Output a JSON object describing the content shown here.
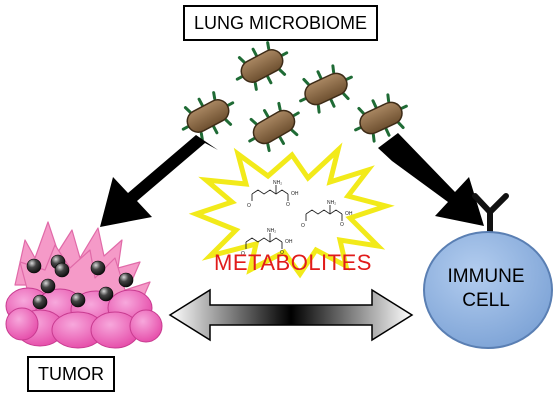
{
  "labels": {
    "lung_microbiome": "LUNG MICROBIOME",
    "tumor": "TUMOR",
    "metabolites": "METABOLITES",
    "immune_cell_line1": "IMMUNE",
    "immune_cell_line2": "CELL"
  },
  "molecule_text": {
    "nh2": "NH₂",
    "oh": "OH",
    "o": "O"
  },
  "colors": {
    "bacteria_body": "#8a6a45",
    "bacteria_pili": "#1f6b35",
    "burst_outline": "#f2ea1a",
    "metabolites_text": "#e11b1b",
    "tumor_pink": "#ee5fb8",
    "tumor_spiky": "#f59ac8",
    "immune_cell_fill": "#8fb2de",
    "immune_cell_stroke": "#5a7fb3",
    "arrow": "#000000"
  },
  "icons": [
    "bacteria-icon",
    "tumor-icon",
    "immune-cell-icon",
    "antibody-receptor-icon",
    "burst-icon",
    "molecule-icon",
    "arrow-icon",
    "double-arrow-icon"
  ]
}
